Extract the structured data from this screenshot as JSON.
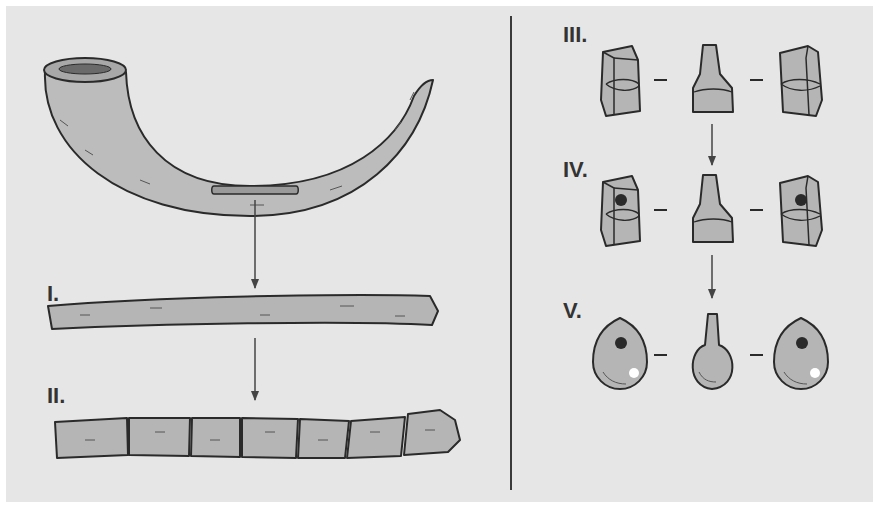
{
  "diagram": {
    "labels": [
      "I.",
      "II.",
      "III.",
      "IV.",
      "V."
    ]
  }
}
